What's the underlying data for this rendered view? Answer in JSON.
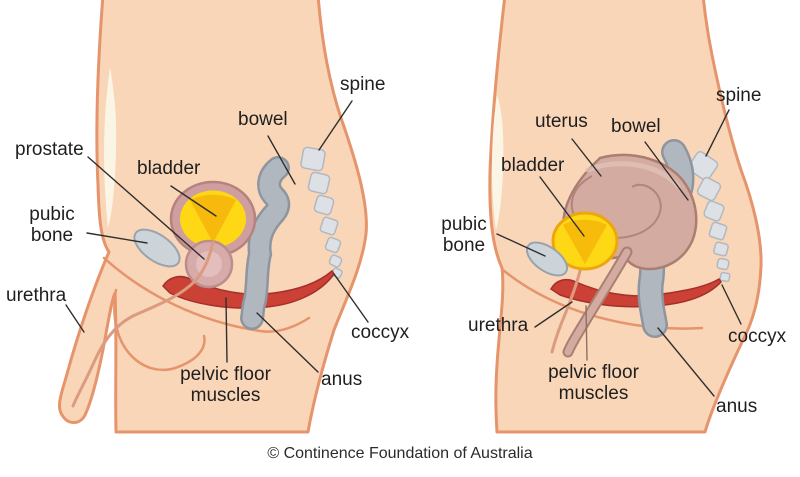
{
  "copyright": "© Continence Foundation of Australia",
  "male": {
    "labels": {
      "prostate": "prostate",
      "bladder": "bladder",
      "bowel": "bowel",
      "spine": "spine",
      "pubic_bone": "pubic bone",
      "urethra": "urethra",
      "pelvic_floor_muscles": "pelvic floor muscles",
      "coccyx": "coccyx",
      "anus": "anus"
    }
  },
  "female": {
    "labels": {
      "uterus": "uterus",
      "bladder": "bladder",
      "bowel": "bowel",
      "spine": "spine",
      "pubic_bone": "pubic bone",
      "urethra": "urethra",
      "pelvic_floor_muscles": "pelvic floor muscles",
      "coccyx": "coccyx",
      "anus": "anus"
    }
  },
  "colors": {
    "skin": "#f9d6b8",
    "skin_outline": "#e5946c",
    "highlight": "#fbf5e6",
    "bladder_yellow": "#fed715",
    "bladder_shade": "#f5b40a",
    "bladder_ring": "#cf9e9e",
    "prostate_pink": "#d8abab",
    "uterus_pink": "#d4aba1",
    "uterus_outline": "#ab7e72",
    "muscle_red": "#cb4136",
    "muscle_outline": "#a5302a",
    "bone_gray": "#dde1e5",
    "bone_outline": "#b2b8c0",
    "bowel_gray": "#b1b7bf",
    "bowel_outline": "#8f959e",
    "pubic_bone_gray": "#ccd4da",
    "urethra_pink": "#dc9b7e",
    "leader_line": "#2f2f2f",
    "label_text": "#1f1f1f"
  }
}
